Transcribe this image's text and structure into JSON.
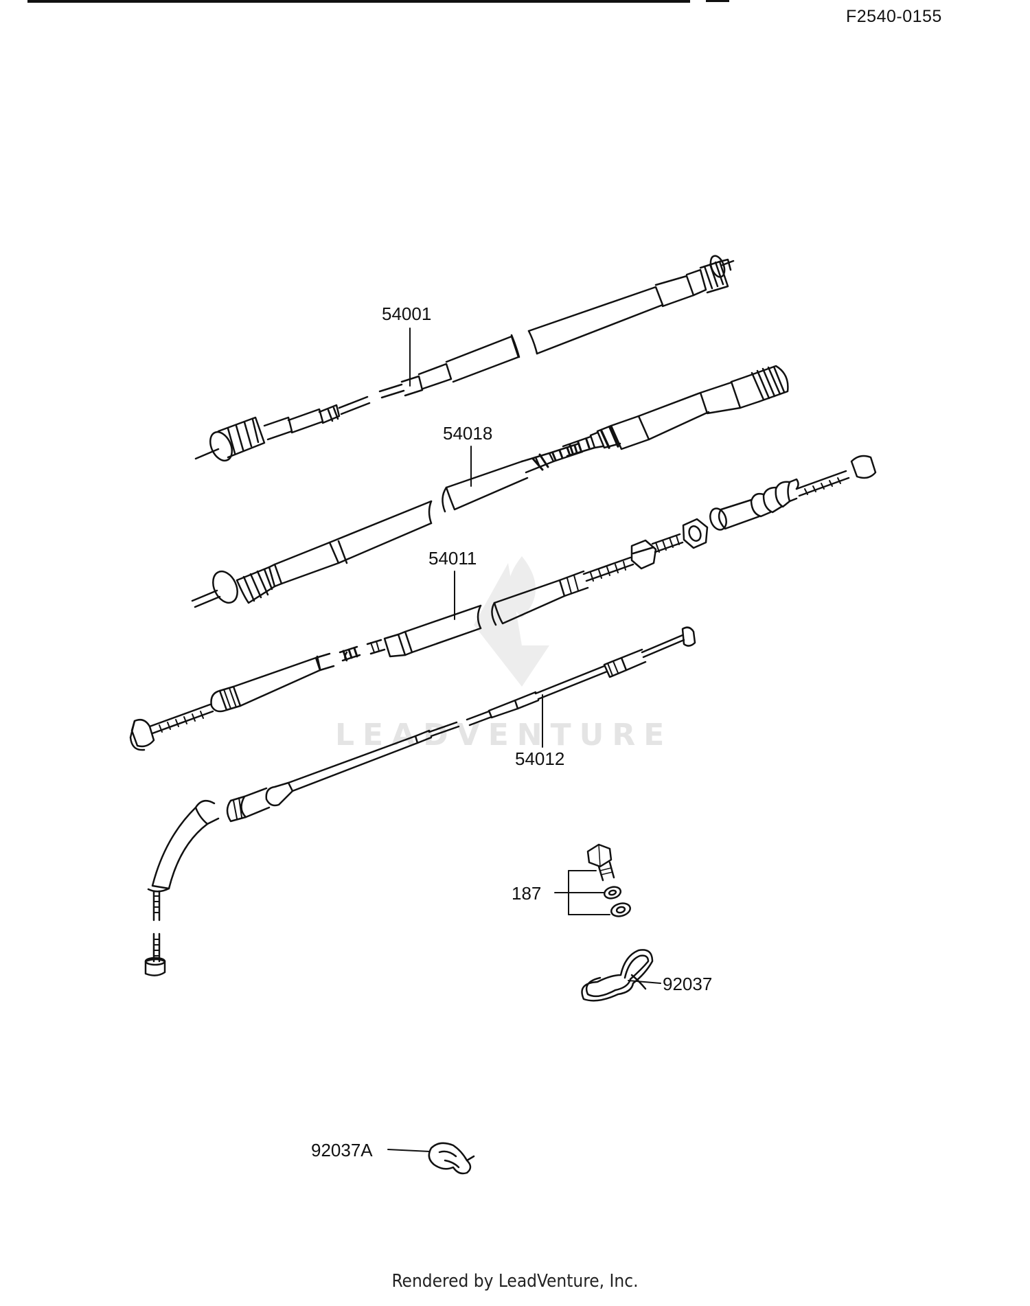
{
  "header": {
    "ref_code": "F2540-0155"
  },
  "callouts": [
    {
      "id": "c-54001",
      "label": "54001"
    },
    {
      "id": "c-54018",
      "label": "54018"
    },
    {
      "id": "c-54011",
      "label": "54011"
    },
    {
      "id": "c-54012",
      "label": "54012"
    },
    {
      "id": "c-187",
      "label": "187"
    },
    {
      "id": "c-92037",
      "label": "92037"
    },
    {
      "id": "c-92037A",
      "label": "92037A"
    }
  ],
  "watermark": {
    "text": "LEADVENTURE"
  },
  "footer": {
    "text": "Rendered by LeadVenture, Inc."
  }
}
